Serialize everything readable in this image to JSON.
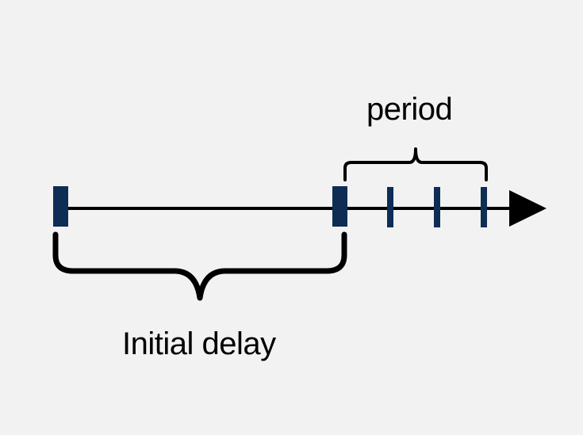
{
  "labels": {
    "period": "period",
    "initial_delay": "Initial delay"
  },
  "colors": {
    "background": "#f2f2f2",
    "marker": "#0d2d55",
    "line": "#000000"
  },
  "markers": {
    "start_count": 2,
    "periodic_tick_count": 3
  }
}
